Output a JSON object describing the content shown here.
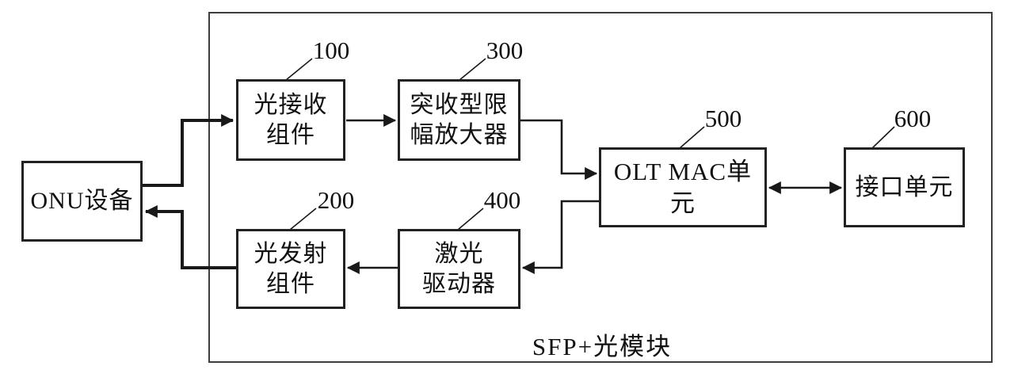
{
  "figure": {
    "module_label": "SFP+光模块",
    "nodes": {
      "onu": {
        "label": "ONU设备"
      },
      "optical_rx": {
        "label": "光接收\n组件",
        "ref": "100"
      },
      "burst_amp": {
        "label": "突收型限\n幅放大器",
        "ref": "300"
      },
      "optical_tx": {
        "label": "光发射\n组件",
        "ref": "200"
      },
      "laser_drv": {
        "label": "激光\n驱动器",
        "ref": "400"
      },
      "olt_mac": {
        "label": "OLT MAC单元",
        "ref": "500"
      },
      "interface": {
        "label": "接口单元",
        "ref": "600"
      }
    },
    "connections": [
      {
        "from": "onu",
        "to": "optical_rx",
        "type": "arrow"
      },
      {
        "from": "optical_rx",
        "to": "burst_amp",
        "type": "arrow"
      },
      {
        "from": "burst_amp",
        "to": "olt_mac",
        "type": "arrow"
      },
      {
        "from": "olt_mac",
        "to": "laser_drv",
        "type": "arrow"
      },
      {
        "from": "laser_drv",
        "to": "optical_tx",
        "type": "arrow"
      },
      {
        "from": "optical_tx",
        "to": "onu",
        "type": "arrow"
      },
      {
        "from": "olt_mac",
        "to": "interface",
        "type": "double-arrow"
      }
    ],
    "colors": {
      "line": "#191919",
      "border": "#222222",
      "background": "#ffffff"
    }
  }
}
